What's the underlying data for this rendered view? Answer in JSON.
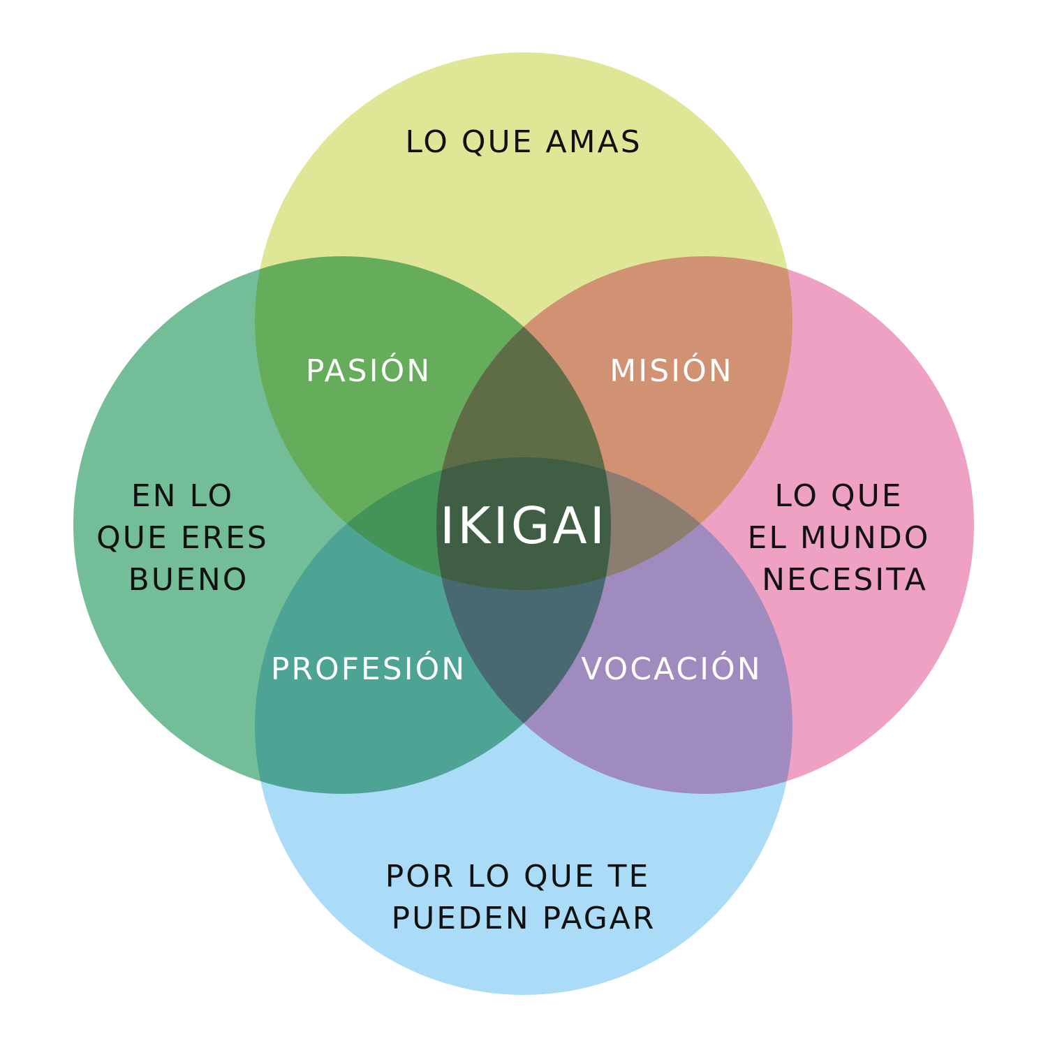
{
  "circles": {
    "top": {
      "label": "LO QUE AMAS",
      "color": "#dfe797"
    },
    "left": {
      "label_lines": [
        "EN LO",
        "QUE ERES",
        "BUENO"
      ],
      "color": "#73be99"
    },
    "right": {
      "label_lines": [
        "LO QUE",
        "EL MUNDO",
        "NECESITA"
      ],
      "color": "#efa1c4"
    },
    "bottom": {
      "label_lines": [
        "POR LO QUE TE",
        "PUEDEN PAGAR"
      ],
      "color": "#aadcf7"
    }
  },
  "intersections": {
    "top_left": "PASIÓN",
    "top_right": "MISIÓN",
    "bottom_left": "PROFESIÓN",
    "bottom_right": "VOCACIÓN"
  },
  "center": "IKIGAI"
}
